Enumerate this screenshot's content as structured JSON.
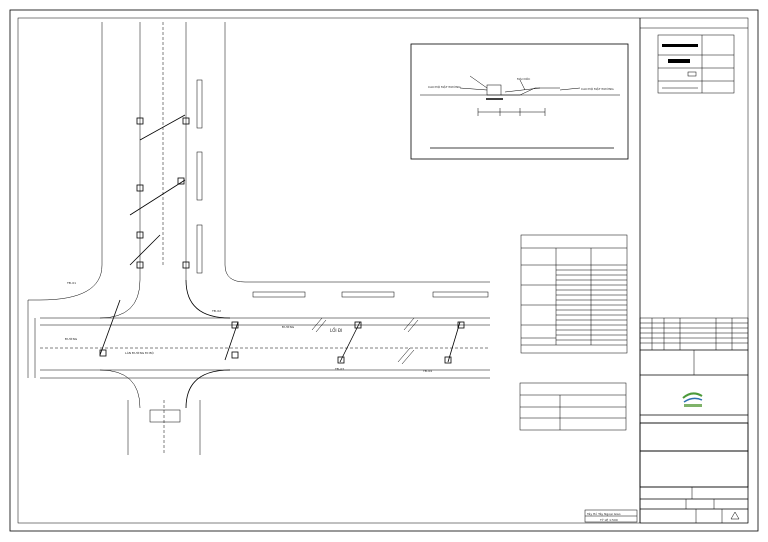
{
  "title_block": {
    "scale_line_1": "Tây Hồ Tây Ngoại Giao",
    "scale_line_2": "TỶ LỆ 1:500"
  },
  "plan_labels": {
    "road_left": "ĐƯỜNG",
    "road_mid": "ĐƯỜNG",
    "lane_text": "LÀN ĐƯỜNG ĐI BỘ",
    "crossing": "LỐI ĐI",
    "station_a": "TĐ-01",
    "station_b": "TĐ-02",
    "station_c": "TĐ-03",
    "station_d": "TĐ-04"
  },
  "section_detail": {
    "left_label": "CAO ĐỘ MẶT ĐƯỜNG",
    "mid_label": "MÁI DỐC",
    "right_label": "CAO ĐỘ MẶT ĐƯỜNG"
  },
  "colors": {
    "line": "#000000",
    "logo_green": "#4c9a3a",
    "logo_blue": "#2c6fb0"
  }
}
